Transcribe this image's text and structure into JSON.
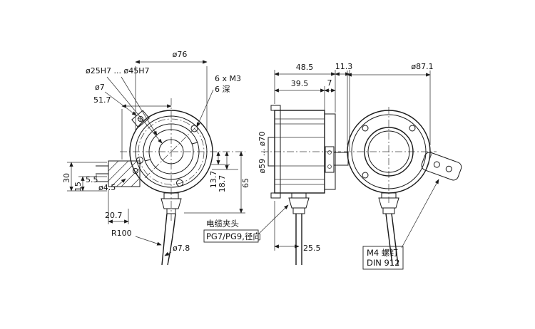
{
  "front_view": {
    "dia76": "ø76",
    "dia_bore": "ø25H7 ... ø45H7",
    "dia7": "ø7",
    "dim51_7": "51.7",
    "m3_note_line1": "6 x M3",
    "m3_note_line2": "6 深",
    "dim30": "30",
    "dim15": "15",
    "dim5_5": "5.5",
    "dia4_5": "ø4.5",
    "dim20_7": "20.7",
    "radius_cable": "R100",
    "dia_cable": "ø7.8",
    "dim65": "65",
    "dim13_7": "13.7",
    "dim18_7": "18.7"
  },
  "side_view": {
    "dim48_5": "48.5",
    "dim39_5": "39.5",
    "dim7": "7",
    "dim11_3": "11.3",
    "dia_range": "ø59 ... ø70",
    "dim25_5": "25.5",
    "cable_note_line1": "电缆夹头",
    "cable_note_line2": "PG7/PG9,径向"
  },
  "back_view": {
    "dia87_1": "ø87.1",
    "screw_note_line1": "M4 螺钉",
    "screw_note_line2": "DIN 912"
  }
}
